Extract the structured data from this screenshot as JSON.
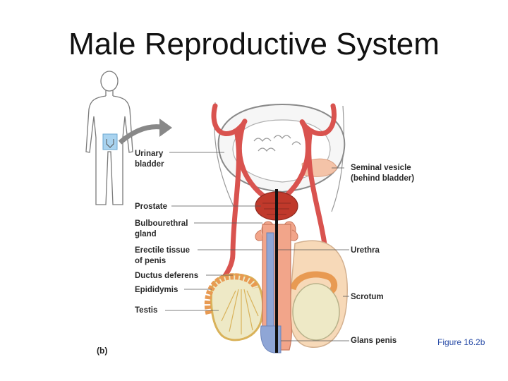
{
  "title": "Male Reproductive System",
  "figure_ref": "Figure 16.2b",
  "panel_label": "(b)",
  "labels": {
    "urinary_bladder": "Urinary\nbladder",
    "prostate": "Prostate",
    "bulbourethral_gland": "Bulbourethral\ngland",
    "erectile_tissue": "Erectile tissue\nof penis",
    "ductus_deferens": "Ductus deferens",
    "epididymis": "Epididymis",
    "testis": "Testis",
    "seminal_vesicle": "Seminal vesicle\n(behind bladder)",
    "urethra": "Urethra",
    "scrotum": "Scrotum",
    "glans_penis": "Glans penis"
  },
  "colors": {
    "ductus": "#d9534f",
    "bladder_outline": "#8a8a8a",
    "erectile_tissue": "#f2a58a",
    "spongy_tissue": "#8fa6d6",
    "scrotum_skin": "#f7d9b8",
    "testis": "#eee9c6",
    "epididymis": "#e89a52",
    "prostate": "#c0392b",
    "figure_ref": "#2b4ea8"
  }
}
